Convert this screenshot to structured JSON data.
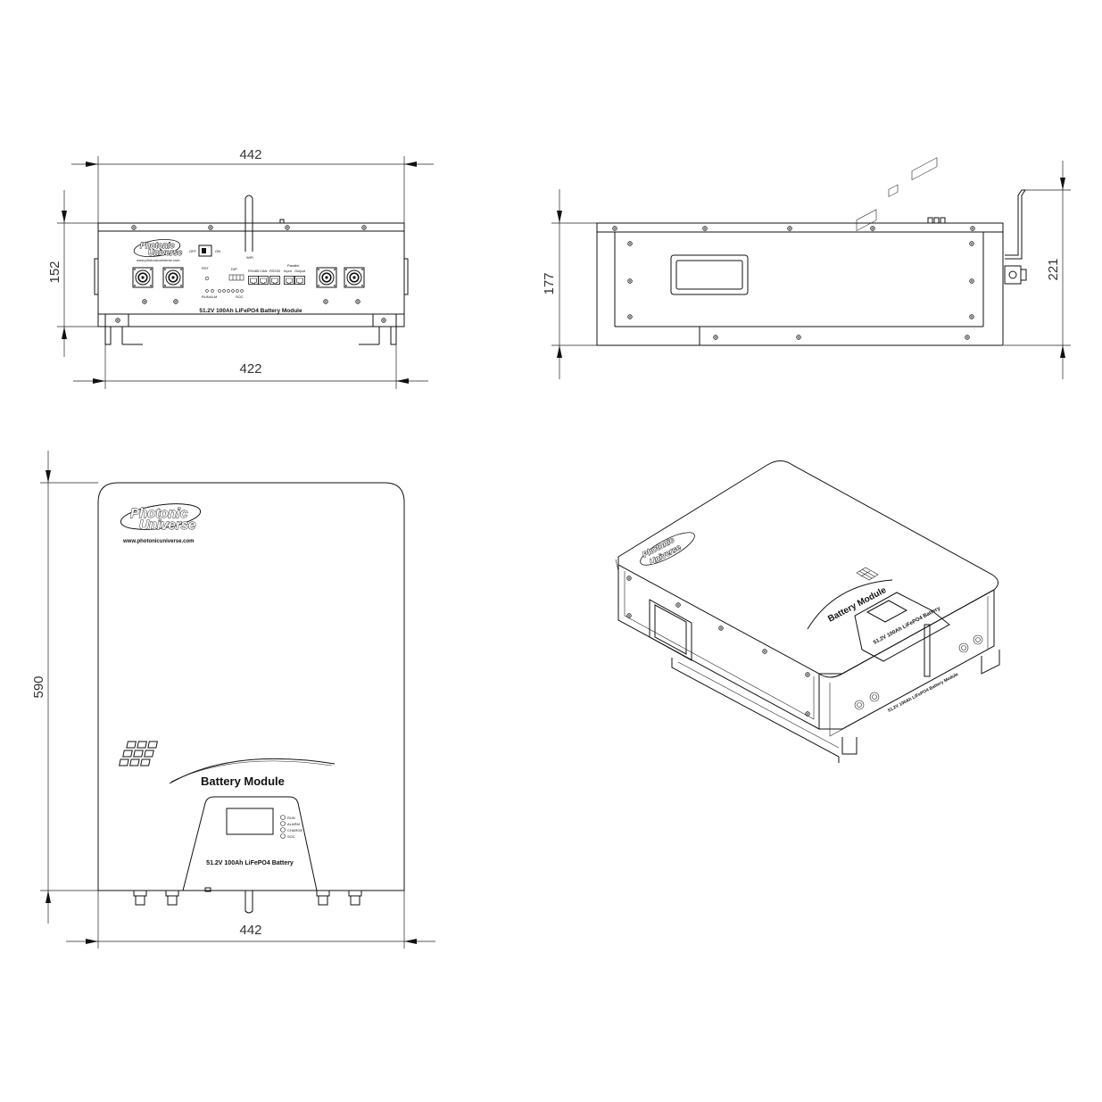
{
  "dimensions": {
    "front_width": "442",
    "front_height": "152",
    "base_width": "422",
    "side_height": "177",
    "side_total_height": "221",
    "top_height": "590",
    "top_width": "442"
  },
  "brand": {
    "name_line1": "Photonic",
    "name_line2": "Universe",
    "website": "www.photonicuniverse.com"
  },
  "labels": {
    "module_label": "51.2V 100Ah LiFePO4 Battery Module",
    "top_label": "51.2V 100Ah LiFePO4 Battery",
    "battery_module": "Battery Module"
  },
  "front_panel": {
    "off": "OFF",
    "on": "ON",
    "wifi": "WiFi",
    "rst": "RST",
    "dip": "DIP",
    "rs485": "RS485",
    "can": "CAN",
    "rs232": "RS232",
    "parallel": "Parallel",
    "input": "Input",
    "output": "Output",
    "run": "RUN",
    "alm": "ALM",
    "soc": "SOC"
  },
  "top_panel": {
    "led_labels": [
      "RUN",
      "ALARM",
      "CHARGE",
      "SOC"
    ]
  }
}
